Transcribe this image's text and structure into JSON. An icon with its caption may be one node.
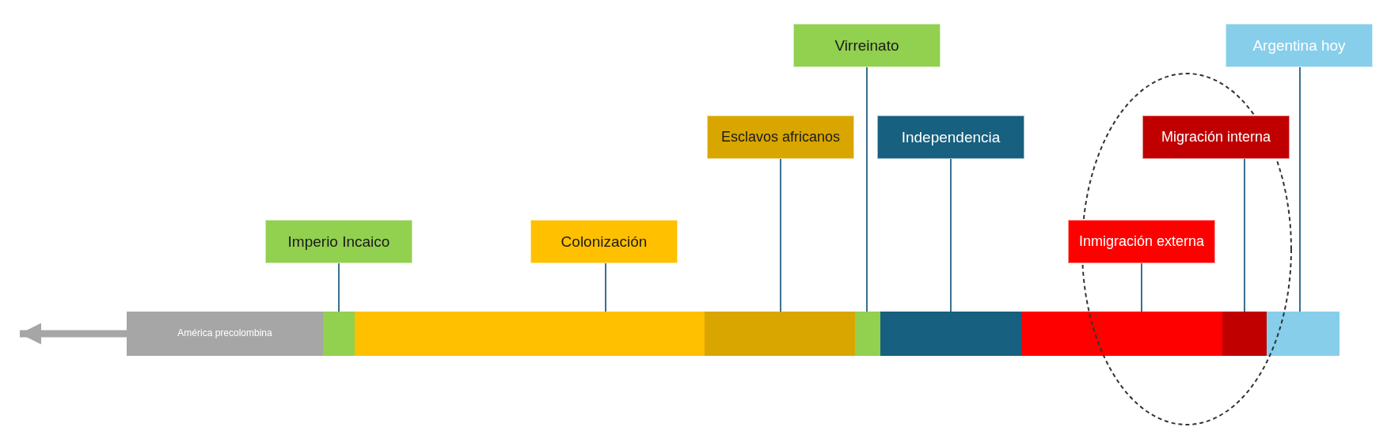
{
  "diagram": {
    "nodes": [
      {
        "text": [
          "Imperio Incaico"
        ]
      },
      {
        "text": [
          "Colonización"
        ]
      },
      {
        "text": [
          "Esclavos africanos"
        ]
      },
      {
        "text": [
          "Virreinato"
        ]
      },
      {
        "text": [
          "Independencia"
        ]
      },
      {
        "text": [
          "Inmigración externa"
        ]
      },
      {
        "text": [],
        "shape": "ellipse"
      },
      {
        "text": [
          "Migración interna"
        ],
        "in": 6
      },
      {
        "text": [
          "Argentina hoy"
        ]
      },
      {
        "text": [
          "América precolombina"
        ]
      },
      {
        "text": [],
        "shape": "bar"
      },
      {
        "text": [],
        "shape": "bar"
      },
      {
        "text": [],
        "shape": "bar"
      },
      {
        "text": [],
        "shape": "bar"
      },
      {
        "text": [],
        "shape": "bar"
      },
      {
        "text": [],
        "shape": "bar"
      },
      {
        "text": [],
        "shape": "bar",
        "in": 6
      },
      {
        "text": [],
        "shape": "bar"
      }
    ],
    "edges": [
      {
        "from": 0,
        "to": 10,
        "arrow": "none"
      },
      {
        "from": 1,
        "to": 11,
        "arrow": "none"
      },
      {
        "from": 2,
        "to": 12,
        "arrow": "none"
      },
      {
        "from": 3,
        "to": 13,
        "arrow": "none"
      },
      {
        "from": 4,
        "to": 14,
        "arrow": "none"
      },
      {
        "from": 5,
        "to": 15,
        "arrow": "none"
      },
      {
        "from": 7,
        "to": 16,
        "arrow": "none"
      },
      {
        "from": 8,
        "to": 17,
        "arrow": "none"
      },
      {
        "from": 9,
        "to": null,
        "arrow": "to",
        "style": "thick",
        "color": "#a6a6a6"
      }
    ]
  }
}
